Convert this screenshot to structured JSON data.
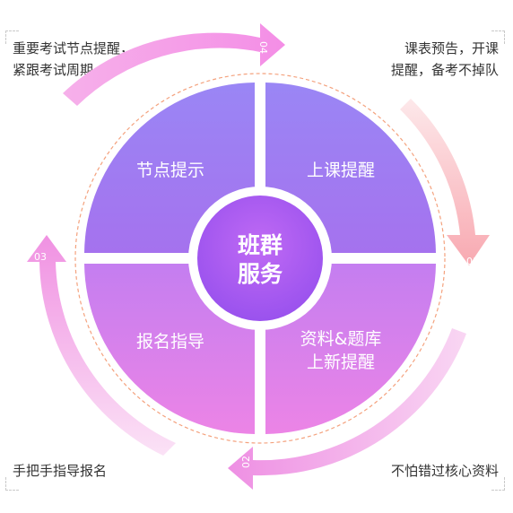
{
  "notes": {
    "top_left": [
      "重要考试节点提醒，",
      "紧跟考试周期"
    ],
    "top_right": [
      "课表预告，开课",
      "提醒，备考不掉队"
    ],
    "bottom_left": "手把手指导报名",
    "bottom_right": "不怕错过核心资料"
  },
  "quadrants": {
    "top_left": "节点提示",
    "top_right": "上课提醒",
    "bottom_left": "报名指导",
    "bottom_right_line1": "资料&题库",
    "bottom_right_line2": "上新提醒"
  },
  "center": {
    "line1": "班群",
    "line2": "服务"
  },
  "arrow_numbers": {
    "a01": "01",
    "a02": "02",
    "a03": "03",
    "a04": "04"
  },
  "colors": {
    "quadrant_top": "#9b7cf4",
    "quadrant_bottom": "#e07ee8",
    "center": "#a25cf0",
    "arrow_pink": "#f3a4e6",
    "arrow_salmon": "#f7b1b7",
    "dashed_ring": "#f4a27e"
  }
}
